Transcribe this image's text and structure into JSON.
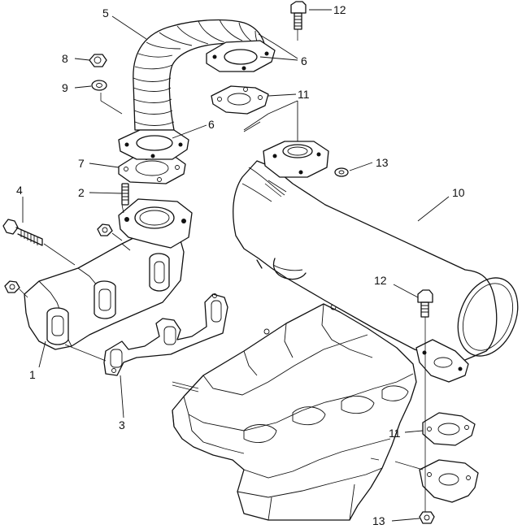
{
  "callouts": [
    {
      "id": "c1",
      "text": "1"
    },
    {
      "id": "c2",
      "text": "2"
    },
    {
      "id": "c3",
      "text": "3"
    },
    {
      "id": "c4",
      "text": "4"
    },
    {
      "id": "c5",
      "text": "5"
    },
    {
      "id": "c6a",
      "text": "6"
    },
    {
      "id": "c6b",
      "text": "6"
    },
    {
      "id": "c7",
      "text": "7"
    },
    {
      "id": "c8",
      "text": "8"
    },
    {
      "id": "c9",
      "text": "9"
    },
    {
      "id": "c10",
      "text": "10"
    },
    {
      "id": "c11a",
      "text": "11"
    },
    {
      "id": "c11b",
      "text": "11"
    },
    {
      "id": "c12a",
      "text": "12"
    },
    {
      "id": "c12b",
      "text": "12"
    },
    {
      "id": "c13a",
      "text": "13"
    },
    {
      "id": "c13b",
      "text": "13"
    }
  ]
}
